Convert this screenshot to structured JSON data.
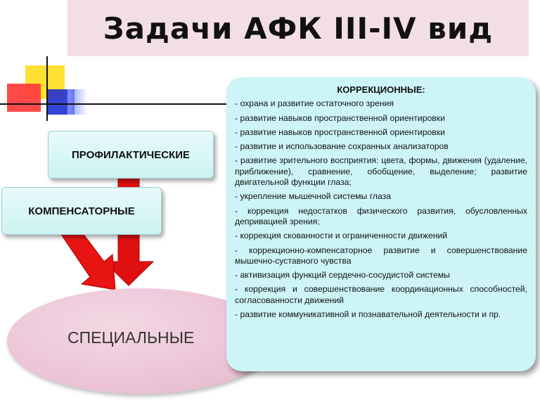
{
  "title": "Задачи АФК III-IV вид",
  "boxes": {
    "profilactic": "ПРОФИЛАКТИЧЕСКИЕ",
    "compensatory": "КОМПЕНСАТОРНЫЕ"
  },
  "special": "СПЕЦИАЛЬНЫЕ",
  "correction": {
    "heading": "КОРРЕКЦИОННЫЕ:",
    "items": [
      "- охрана и развитие остаточного зрения",
      "- развитие навыков пространственной ориентировки",
      "- развитие навыков пространственной ориентировки",
      "- развитие и использование сохранных анализаторов",
      "- развитие зрительного восприятия: цвета, формы, движения (удаление, приближение), сравнение, обобщение, выделение; развитие двигательной функции глаза;",
      "- укрепление мышечной системы глаза",
      "- коррекция недостатков физического развития, обусловленных депривацией зрения;",
      "- коррекция скованности и ограниченности движений",
      "- коррекционно-компенсаторное развитие и совершенствование мышечно-суставного чувства",
      "- активизация функций сердечно-сосудистой системы",
      "- коррекция и совершенствование координационных способностей, согласованности движений",
      "- развитие коммуникативной и познавательной деятельности и пр."
    ]
  },
  "colors": {
    "box_fill": "#cdf2f2",
    "panel_fill": "#cdf5f8",
    "ellipse_fill": "#e6b6cc",
    "arrow": "#e01010",
    "title_bg": "#f3dfe3"
  }
}
